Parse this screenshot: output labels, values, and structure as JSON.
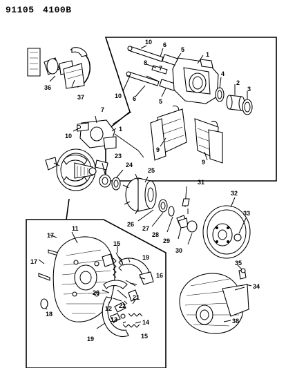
{
  "header": {
    "doc_number": "91105",
    "diagram_code": "4100B"
  },
  "callouts": {
    "c1": "1",
    "c2": "2",
    "c3": "3",
    "c4": "4",
    "c5": "5",
    "c6": "6",
    "c7": "7",
    "c8": "8",
    "c9": "9",
    "c10": "10",
    "c11": "11",
    "c12": "12",
    "c13": "13",
    "c14": "14",
    "c15": "15",
    "c16": "16",
    "c17": "17",
    "c18": "18",
    "c19": "19",
    "c20": "20",
    "c21": "21",
    "c22": "22",
    "c23": "23",
    "c24": "24",
    "c25": "25",
    "c26": "26",
    "c27": "27",
    "c28": "28",
    "c29": "29",
    "c30": "30",
    "c31": "31",
    "c32": "32",
    "c33": "33",
    "c34": "34",
    "c35": "35",
    "c36": "36",
    "c37": "37",
    "c38": "38"
  }
}
